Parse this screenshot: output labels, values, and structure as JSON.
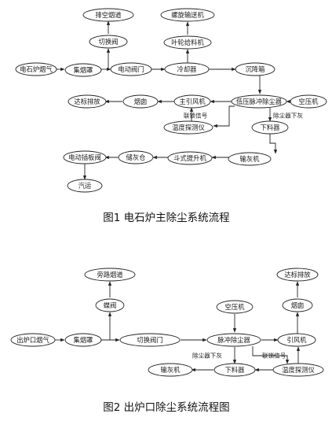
{
  "diagrams": [
    {
      "caption": "图1 电石炉主除尘系统流程",
      "nodes": {
        "n_exhaust_flue": "排空烟道",
        "n_screw_conveyor": "螺旋输送机",
        "n_switch_valve": "切换阀",
        "n_star_feeder": "叶轮给料机",
        "n_furnace_gas": "电石炉烟气",
        "n_hood": "集烟罩",
        "n_motor_valve": "电动阀门",
        "n_cooler": "冷却器",
        "n_settling_box": "沉降箱",
        "n_standard_emission": "达标排放",
        "n_chimney": "烟囱",
        "n_main_fan": "主引风机",
        "n_lp_pulse_filter": "低压脉冲除尘器",
        "n_air_compressor": "空压机",
        "n_temp_probe": "温度探测仪",
        "n_hopper": "下料器",
        "n_ash_conveyor": "输灰机",
        "n_electric_gate": "电动插板阀",
        "n_ash_silo": "储灰仓",
        "n_bucket_elevator": "斗式提升机",
        "n_truck": "汽运"
      },
      "edge_labels": {
        "interlock": "联锁信号",
        "dust_down": "除尘器下灰"
      }
    },
    {
      "caption": "图2 出炉口除尘系统流程图",
      "nodes": {
        "n_bypass_flue": "旁路烟道",
        "n_standard_emission": "达标排放",
        "n_butterfly_valve": "蝶阀",
        "n_chimney": "烟囱",
        "n_air_compressor": "空压机",
        "n_tap_gas": "出炉口烟气",
        "n_hood": "集烟罩",
        "n_switch_valve": "切换阀门",
        "n_pulse_filter": "脉冲除尘器",
        "n_fan": "引风机",
        "n_ash_conveyor": "输灰机",
        "n_hopper": "下料器",
        "n_temp_probe": "温度探测仪"
      },
      "edge_labels": {
        "dust_down": "除尘器下灰",
        "interlock": "联锁信号"
      }
    }
  ]
}
